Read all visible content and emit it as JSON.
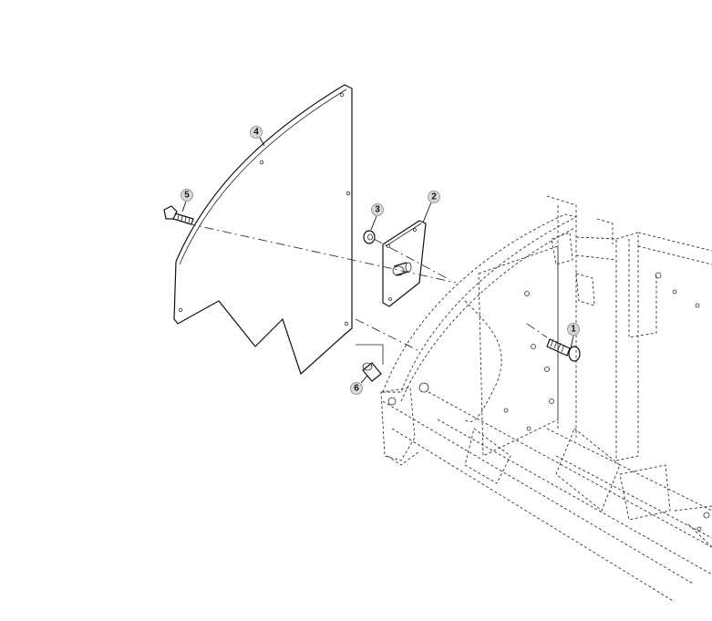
{
  "callouts": [
    {
      "id": "c1",
      "label": "1"
    },
    {
      "id": "c2",
      "label": "2"
    },
    {
      "id": "c3",
      "label": "3"
    },
    {
      "id": "c4",
      "label": "4"
    },
    {
      "id": "c5",
      "label": "5"
    },
    {
      "id": "c6",
      "label": "6"
    }
  ],
  "colors": {
    "line": "#111111",
    "callout_fill": "#d9d9d9",
    "background": "#ffffff"
  }
}
